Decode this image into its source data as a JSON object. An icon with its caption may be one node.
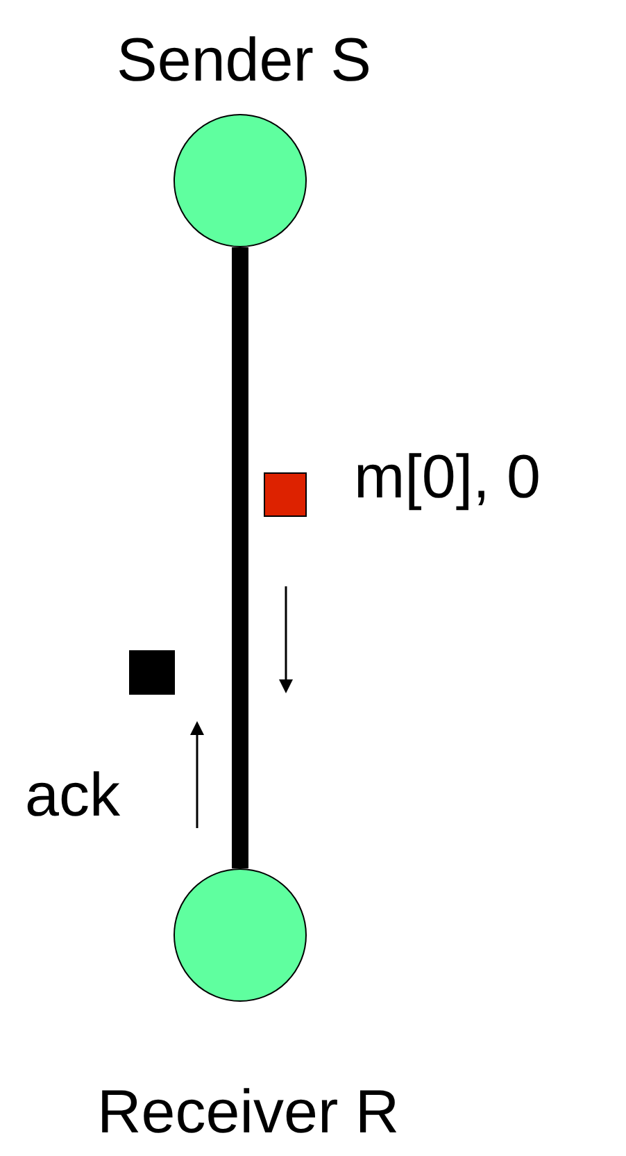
{
  "diagram": {
    "nodes": [
      {
        "text": [],
        "shape": "circle",
        "beside": [
          "Sender S"
        ]
      },
      {
        "text": [],
        "shape": "circle",
        "beside": [
          "Receiver R"
        ]
      },
      {
        "text": [],
        "shape": "box",
        "beside": [
          "m[0], 0"
        ]
      },
      {
        "text": [],
        "shape": "box",
        "beside": [
          "ack"
        ]
      }
    ],
    "edges": [
      {
        "from": 0,
        "to": 1,
        "arrow": "none"
      }
    ]
  }
}
